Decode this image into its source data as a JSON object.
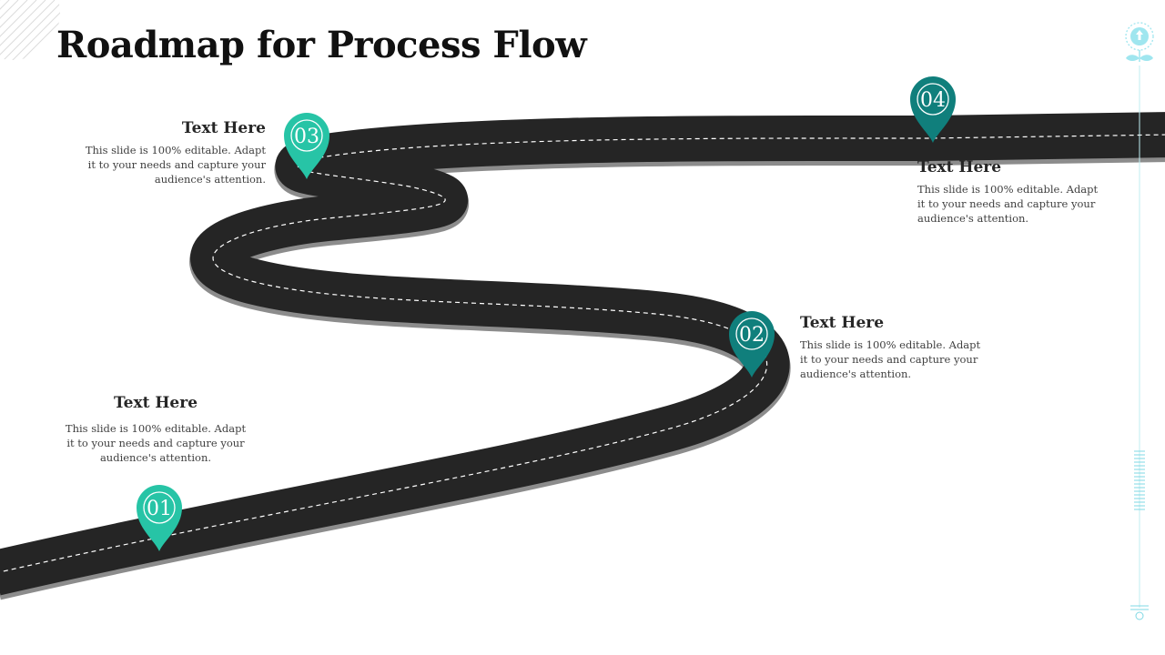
{
  "title": "Roadmap for Process Flow",
  "colors": {
    "road": "#252525",
    "road_edge": "#8c8c8c",
    "lane": "#ffffff",
    "pin_light": "#27c4a6",
    "pin_dark": "#107f7c",
    "accent_line": "#bfeef2",
    "icon": "#9fe6ef"
  },
  "icons": {
    "top_right": "lightbulb-plant-icon",
    "side_decoration": "vertical-lines-icon",
    "corner_decoration": "hatched-circle-icon"
  },
  "milestones": [
    {
      "number": "01",
      "heading": "Text Here",
      "body": "This slide is 100% editable.  Adapt it to your needs and capture your audience's attention.",
      "pin_color": "#27c4a6"
    },
    {
      "number": "02",
      "heading": "Text Here",
      "body": "This slide is 100% editable.  Adapt it to your needs and capture your audience's attention.",
      "pin_color": "#107f7c"
    },
    {
      "number": "03",
      "heading": "Text Here",
      "body": "This slide is 100% editable.  Adapt it to your needs and capture your audience's attention.",
      "pin_color": "#27c4a6"
    },
    {
      "number": "04",
      "heading": "Text Here",
      "body": "This slide is 100% editable.  Adapt it to your needs and capture your audience's attention.",
      "pin_color": "#107f7c"
    }
  ]
}
